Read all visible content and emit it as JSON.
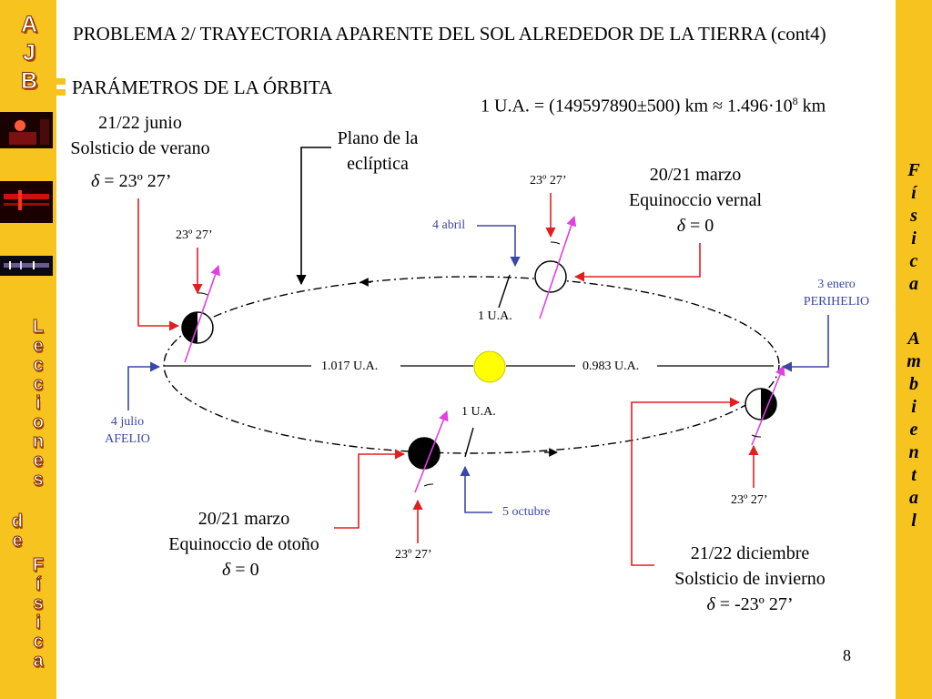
{
  "branding": {
    "logo_letters": [
      "A",
      "J",
      "B"
    ],
    "left_vertical": [
      "L",
      "e",
      "c",
      "c",
      "i",
      "o",
      "n",
      "e",
      "s"
    ],
    "left_vertical_2": [
      "d",
      "e"
    ],
    "left_vertical_3": [
      "F",
      "í",
      "s",
      "i",
      "c",
      "a"
    ],
    "right_vertical_1": [
      "F",
      "í",
      "s",
      "i",
      "c",
      "a"
    ],
    "right_vertical_2": [
      "A",
      "m",
      "b",
      "i",
      "e",
      "n",
      "t",
      "a",
      "l"
    ]
  },
  "header": {
    "title": "PROBLEMA 2/ TRAYECTORIA APARENTE DEL SOL ALREDEDOR DE LA TIERRA (cont4)",
    "subtitle": "PARÁMETROS DE LA ÓRBITA"
  },
  "au_definition": {
    "text": "1 U.A. = (149597890±500) km ≈ 1.496·10",
    "exp": "8",
    "unit": " km"
  },
  "labels": {
    "summer": {
      "date": "21/22 junio",
      "name": "Solsticio de verano",
      "delta_symbol": "δ",
      "delta_value": " = 23º 27’"
    },
    "spring": {
      "date": "20/21 marzo",
      "name": "Equinoccio vernal",
      "delta_symbol": "δ",
      "delta_value": " = 0"
    },
    "autumn": {
      "date": "20/21 marzo",
      "name": "Equinoccio de otoño",
      "delta_symbol": "δ",
      "delta_value": " = 0"
    },
    "winter": {
      "date": "21/22 diciembre",
      "name": "Solsticio de invierno",
      "delta_symbol": "δ",
      "delta_value": " = -23º 27’"
    },
    "ecliptic": {
      "line1": "Plano de la",
      "line2": "eclíptica"
    }
  },
  "tilts": {
    "summer": "23º 27’",
    "spring": "23º 27’",
    "autumn": "23º 27’",
    "winter": "23º 27’"
  },
  "blue_labels": {
    "april": "4 abril",
    "perihelion_date": "3 enero",
    "perihelion": "PERIHELIO",
    "aphelion_date": "4 julio",
    "aphelion": "AFELIO",
    "october": "5 octubre"
  },
  "distances": {
    "top": "1 U.A.",
    "bottom": "1 U.A.",
    "left": "1.017 U.A.",
    "right": "0.983 U.A."
  },
  "colors": {
    "accent_yellow": "#f7c31e",
    "sun": "#ffff00",
    "arrow_red": "#e02020",
    "axis_magenta": "#e040e0",
    "blue": "#3a47a8"
  },
  "page_number": "8"
}
